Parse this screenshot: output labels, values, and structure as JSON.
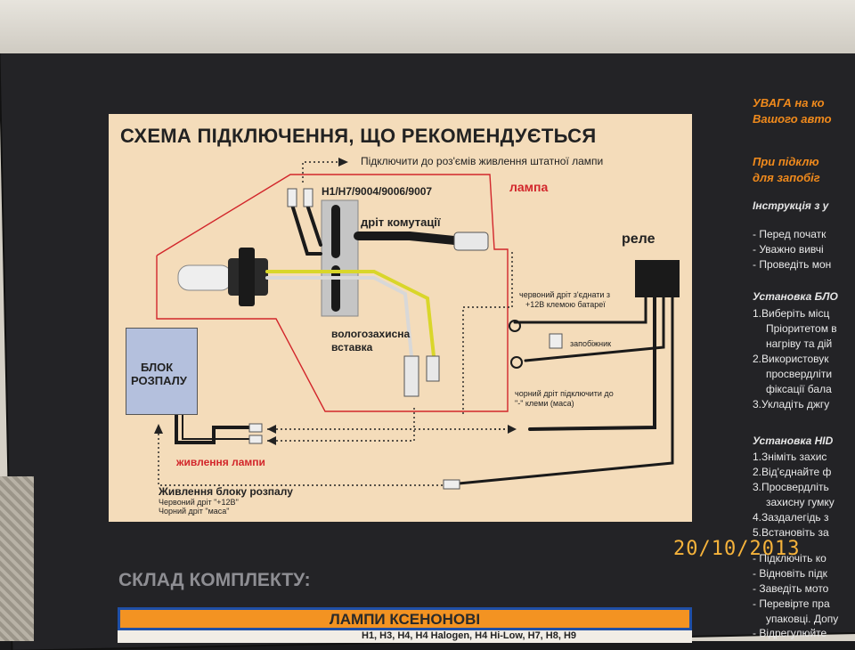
{
  "panel": {
    "title": "СХЕМА ПІДКЛЮЧЕННЯ, ЩО РЕКОМЕНДУЄТЬСЯ",
    "connect_note": "Підключити до роз'ємів живлення штатної лампи",
    "lamp_types": "H1/H7/9004/9006/9007",
    "lamp_label": "лампа",
    "switch_wire": "дріт комутації",
    "relay": "реле",
    "moisture_insert_1": "вологозахисна",
    "moisture_insert_2": "вставка",
    "red_wire_1": "червоний дріт з'єднати з",
    "red_wire_2": "+12В клемою батареї",
    "fuse": "запобіжник",
    "black_wire_1": "чорний дріт підключити до",
    "black_wire_2": "\"-\" клеми (маса)",
    "ballast_1": "БЛОК",
    "ballast_2": "РОЗПАЛУ",
    "lamp_power": "живлення лампи",
    "ballast_power": "Живлення блоку розпалу",
    "ballast_power_red": "Червоний дріт \"+12В\"",
    "ballast_power_black": "Чорний дріт \"маса\""
  },
  "right_column": {
    "warn_1": "УВАГА на ко",
    "warn_2": "Вашого авто",
    "warn_3": "При підклю",
    "warn_4": "для запобіг",
    "instr_head": "Інструкція з у",
    "instr_1": "- Перед початк",
    "instr_2": "- Уважно вивчі",
    "instr_3": "- Проведіть мон",
    "sec1_head": "Установка БЛО",
    "sec1_1": "1.Виберіть місц",
    "sec1_2": "Пріоритетом в",
    "sec1_3": "нагріву та дій",
    "sec1_4": "2.Використовук",
    "sec1_5": "просвердліти",
    "sec1_6": "фіксації бала",
    "sec1_7": "3.Укладіть джгу",
    "sec2_head": "Установка HID",
    "sec2_1": "1.Зніміть захис",
    "sec2_2": "2.Від'єднайте ф",
    "sec2_3": "3.Просвердліть",
    "sec2_4": "захисну гумку",
    "sec2_5": "4.Заздалегідь з",
    "sec2_6": "5.Встановіть за",
    "sec3_1": "- Підключіть ко",
    "sec3_2": "- Відновіть підк",
    "sec3_3": "- Заведіть мото",
    "sec3_4": "- Перевірте пра",
    "sec3_5": "упаковці. Допу",
    "sec3_6": "- Відрегулюйте"
  },
  "kit": {
    "title": "СКЛАД КОМПЛЕКТУ:",
    "bar": "ЛАМПИ КСЕНОНОВІ",
    "row": "H1, H3, H4, H4 Halogen, H4 Hi-Low, H7, H8, H9"
  },
  "date_stamp": "20/10/2013",
  "colors": {
    "panel": "#f4dcba",
    "accent_red": "#d2262b",
    "orange": "#f08a1c",
    "date": "#f6b33b",
    "ballast_box": "#b4c0dd",
    "kit_bar": "#f39322"
  }
}
